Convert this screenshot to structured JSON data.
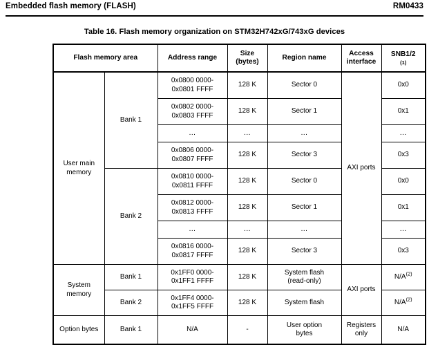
{
  "header": {
    "left_title": "Embedded flash memory (FLASH)",
    "doc_ref": "RM0433"
  },
  "table": {
    "title": "Table 16. Flash memory organization on STM32H742xG/743xG devices",
    "columns": [
      {
        "label": "Flash memory area",
        "note": ""
      },
      {
        "label": "Address range",
        "note": ""
      },
      {
        "label": "Size (bytes)",
        "note": ""
      },
      {
        "label": "Region name",
        "note": ""
      },
      {
        "label": "Access interface",
        "note": ""
      },
      {
        "label": "SNB1/2",
        "note": "(1)"
      }
    ],
    "column_header_lines": {
      "size_line1": "Size",
      "size_line2": "(bytes)",
      "access_line1": "Access",
      "access_line2": "interface",
      "snb_label": "SNB1/2",
      "snb_note": "(1)"
    },
    "sections": [
      {
        "area": "User main memory",
        "area_lines": [
          "User main",
          "memory"
        ],
        "access_interface": "AXI ports",
        "banks": [
          {
            "bank": "Bank 1",
            "rows": [
              {
                "addr_line1": "0x0800 0000-",
                "addr_line2": "0x0801 FFFF",
                "size": "128 K",
                "region": "Sector 0",
                "snb": "0x0"
              },
              {
                "addr_line1": "0x0802 0000-",
                "addr_line2": "0x0803 FFFF",
                "size": "128 K",
                "region": "Sector 1",
                "snb": "0x1"
              },
              {
                "addr_line1": "...",
                "addr_line2": "",
                "size": "...",
                "region": "...",
                "snb": "..."
              },
              {
                "addr_line1": "0x0806 0000-",
                "addr_line2": "0x0807 FFFF",
                "size": "128 K",
                "region": "Sector 3",
                "snb": "0x3"
              }
            ]
          },
          {
            "bank": "Bank 2",
            "rows": [
              {
                "addr_line1": "0x0810 0000-",
                "addr_line2": "0x0811 FFFF",
                "size": "128 K",
                "region": "Sector 0",
                "snb": "0x0"
              },
              {
                "addr_line1": "0x0812 0000-",
                "addr_line2": "0x0813 FFFF",
                "size": "128 K",
                "region": "Sector 1",
                "snb": "0x1"
              },
              {
                "addr_line1": "...",
                "addr_line2": "",
                "size": "...",
                "region": "...",
                "snb": "..."
              },
              {
                "addr_line1": "0x0816 0000-",
                "addr_line2": "0x0817 FFFF",
                "size": "128 K",
                "region": "Sector 3",
                "snb": "0x3"
              }
            ]
          }
        ]
      },
      {
        "area": "System memory",
        "area_lines": [
          "System",
          "memory"
        ],
        "access_interface": "AXI ports",
        "banks": [
          {
            "bank": "Bank 1",
            "rows": [
              {
                "addr_line1": "0x1FF0 0000-",
                "addr_line2": "0x1FF1 FFFF",
                "size": "128 K",
                "region_line1": "System flash",
                "region_line2": "(read-only)",
                "snb": "N/A",
                "snb_note": "(2)"
              }
            ]
          },
          {
            "bank": "Bank 2",
            "rows": [
              {
                "addr_line1": "0x1FF4 0000-",
                "addr_line2": "0x1FF5 FFFF",
                "size": "128 K",
                "region_line1": "System flash",
                "region_line2": "",
                "snb": "N/A",
                "snb_note": "(2)"
              }
            ]
          }
        ]
      },
      {
        "area": "Option bytes",
        "area_lines": [
          "Option bytes"
        ],
        "access_interface_lines": [
          "Registers",
          "only"
        ],
        "banks": [
          {
            "bank": "Bank 1",
            "rows": [
              {
                "addr_line1": "N/A",
                "addr_line2": "",
                "size": "-",
                "region_line1": "User option",
                "region_line2": "bytes",
                "snb": "N/A",
                "snb_note": ""
              }
            ]
          }
        ]
      }
    ]
  }
}
